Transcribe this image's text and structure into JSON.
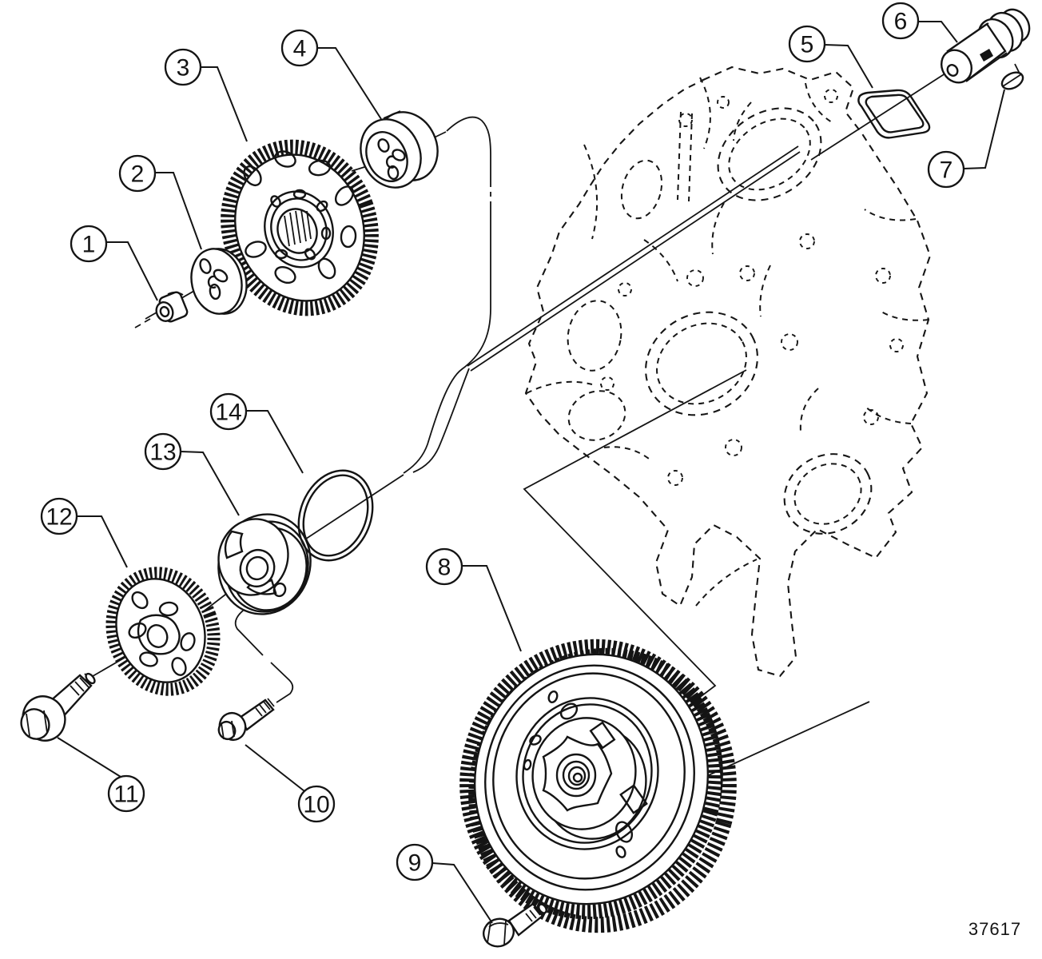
{
  "figure_number": "37617",
  "callouts": {
    "c1": "1",
    "c2": "2",
    "c3": "3",
    "c4": "4",
    "c5": "5",
    "c6": "6",
    "c7": "7",
    "c8": "8",
    "c9": "9",
    "c10": "10",
    "c11": "11",
    "c12": "12",
    "c13": "13",
    "c14": "14"
  }
}
